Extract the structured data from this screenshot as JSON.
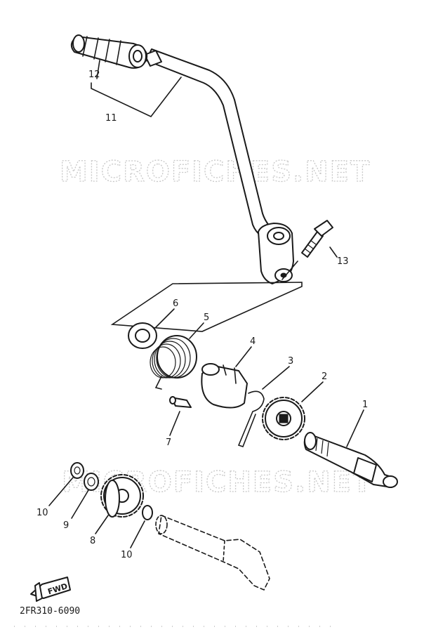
{
  "watermark": "MICROFICHES.NET",
  "diagram_code": "2FR310-6090",
  "fwd_label": "FWD",
  "callouts": {
    "p1": "1",
    "p2": "2",
    "p3": "3",
    "p4": "4",
    "p5": "5",
    "p6": "6",
    "p7": "7",
    "p8": "8",
    "p9": "9",
    "p10a": "10",
    "p10b": "10",
    "p11": "11",
    "p12": "12",
    "p13": "13"
  }
}
